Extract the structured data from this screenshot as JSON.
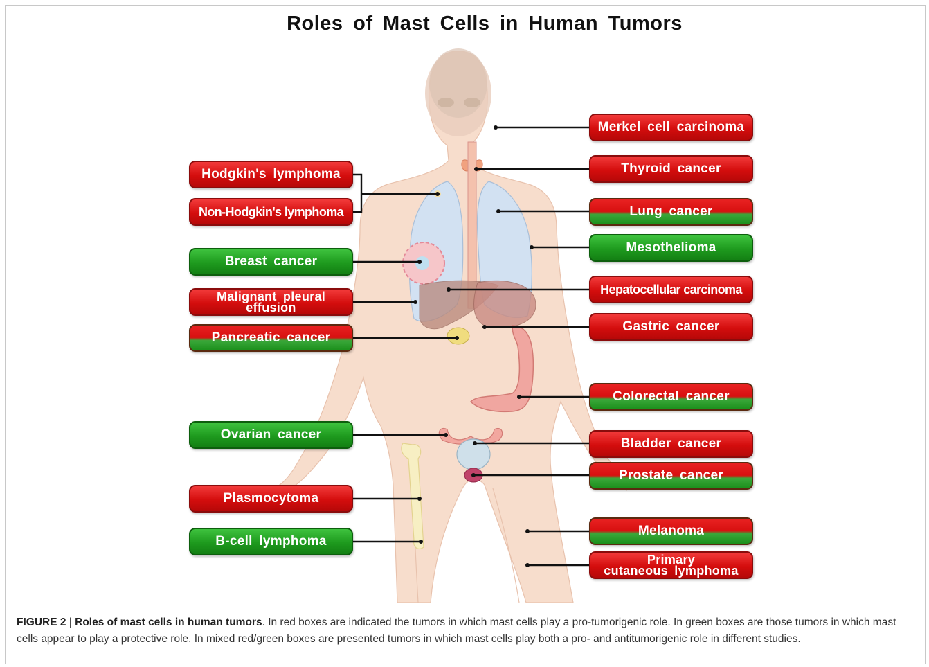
{
  "title": "Roles of Mast Cells in Human Tumors",
  "colors": {
    "red_box": "#d40d0d",
    "green_box": "#1e9a1e",
    "skin": "#f6dccb",
    "lung": "#cfe0f3",
    "connector": "#111111"
  },
  "boxes": [
    {
      "id": "merkel",
      "label": "Merkel cell carcinoma",
      "role": "red"
    },
    {
      "id": "thyroid",
      "label": "Thyroid cancer",
      "role": "red"
    },
    {
      "id": "lung",
      "label": "Lung cancer",
      "role": "mixed"
    },
    {
      "id": "mesothelioma",
      "label": "Mesothelioma",
      "role": "green"
    },
    {
      "id": "hepatocellular",
      "label": "Hepatocellular carcinoma",
      "role": "red"
    },
    {
      "id": "gastric",
      "label": "Gastric cancer",
      "role": "red"
    },
    {
      "id": "colorectal",
      "label": "Colorectal cancer",
      "role": "mixed"
    },
    {
      "id": "bladder",
      "label": "Bladder cancer",
      "role": "red"
    },
    {
      "id": "prostate",
      "label": "Prostate cancer",
      "role": "mixed"
    },
    {
      "id": "melanoma",
      "label": "Melanoma",
      "role": "mixed"
    },
    {
      "id": "primary_cutaneous",
      "label_line1": "Primary",
      "label_line2": "cutaneous lymphoma",
      "role": "red"
    },
    {
      "id": "hodgkin",
      "label": "Hodgkin's lymphoma",
      "role": "red"
    },
    {
      "id": "non_hodgkin",
      "label": "Non-Hodgkin's lymphoma",
      "role": "red"
    },
    {
      "id": "breast",
      "label": "Breast cancer",
      "role": "green"
    },
    {
      "id": "pleural",
      "label_line1": "Malignant pleural",
      "label_line2": "effusion",
      "role": "red"
    },
    {
      "id": "pancreatic",
      "label": "Pancreatic cancer",
      "role": "mixed"
    },
    {
      "id": "ovarian",
      "label": "Ovarian cancer",
      "role": "green"
    },
    {
      "id": "plasmocytoma",
      "label": "Plasmocytoma",
      "role": "red"
    },
    {
      "id": "bcell",
      "label": "B-cell lymphoma",
      "role": "green"
    }
  ],
  "caption": {
    "figure_label": "FIGURE 2",
    "separator": " | ",
    "heading": "Roles of mast cells in human tumors",
    "text": ". In red boxes are indicated the tumors in which mast cells play a pro-tumorigenic role. In green boxes are those tumors in which mast cells appear to play a protective role. In mixed red/green boxes are presented tumors in which mast cells play both a pro- and antitumorigenic role in different studies."
  }
}
